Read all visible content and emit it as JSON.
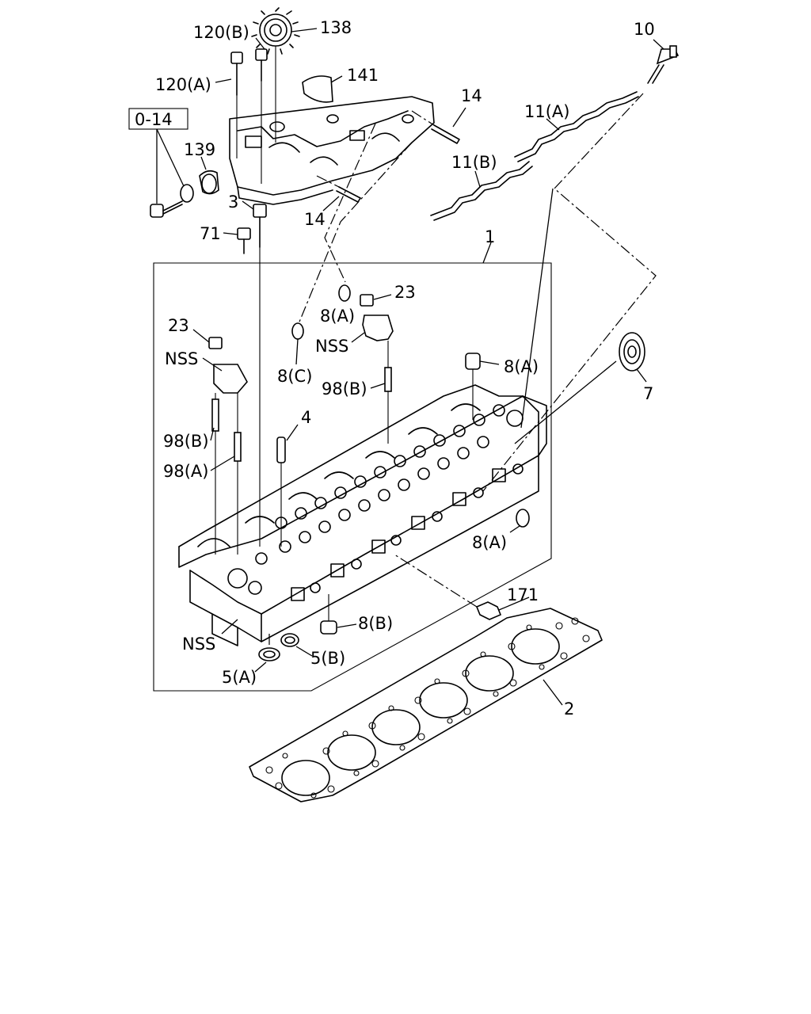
{
  "labels": {
    "l_120b": "120(B)",
    "l_138": "138",
    "l_120a": "120(A)",
    "l_141": "141",
    "l_10": "10",
    "l_14_top": "14",
    "l_11a": "11(A)",
    "l_014": "0-14",
    "l_139": "139",
    "l_11b": "11(B)",
    "l_3": "3",
    "l_14_bot": "14",
    "l_71": "71",
    "l_1": "1",
    "l_23_right": "23",
    "l_8a_1": "8(A)",
    "l_nss_1": "NSS",
    "l_23_left": "23",
    "l_8c": "8(C)",
    "l_nss_2": "NSS",
    "l_98b_1": "98(B)",
    "l_8a_2": "8(A)",
    "l_7": "7",
    "l_4": "4",
    "l_98b_2": "98(B)",
    "l_98a": "98(A)",
    "l_8a_3": "8(A)",
    "l_171": "171",
    "l_8b": "8(B)",
    "l_nss_3": "NSS",
    "l_5b": "5(B)",
    "l_5a": "5(A)",
    "l_2": "2"
  }
}
